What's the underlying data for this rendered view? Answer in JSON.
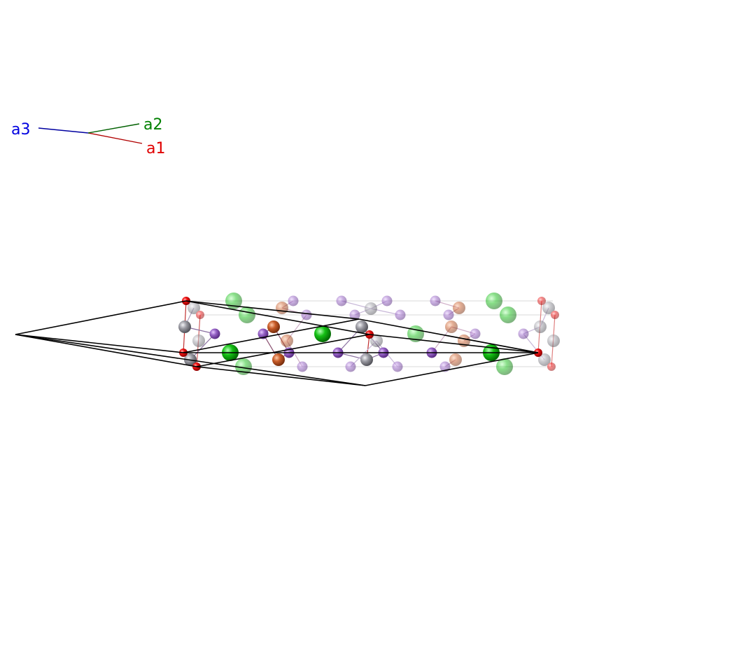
{
  "axes": {
    "a1": {
      "label": "a1",
      "color": "#e00000"
    },
    "a2": {
      "label": "a2",
      "color": "#007000"
    },
    "a3": {
      "label": "a3",
      "color": "#0000e0"
    }
  },
  "atom_colors": {
    "oxygen": "#e80000",
    "grey": "#8c8c94",
    "purple": "#8a55b8",
    "copper": "#c05a28",
    "green": "#10b010"
  }
}
